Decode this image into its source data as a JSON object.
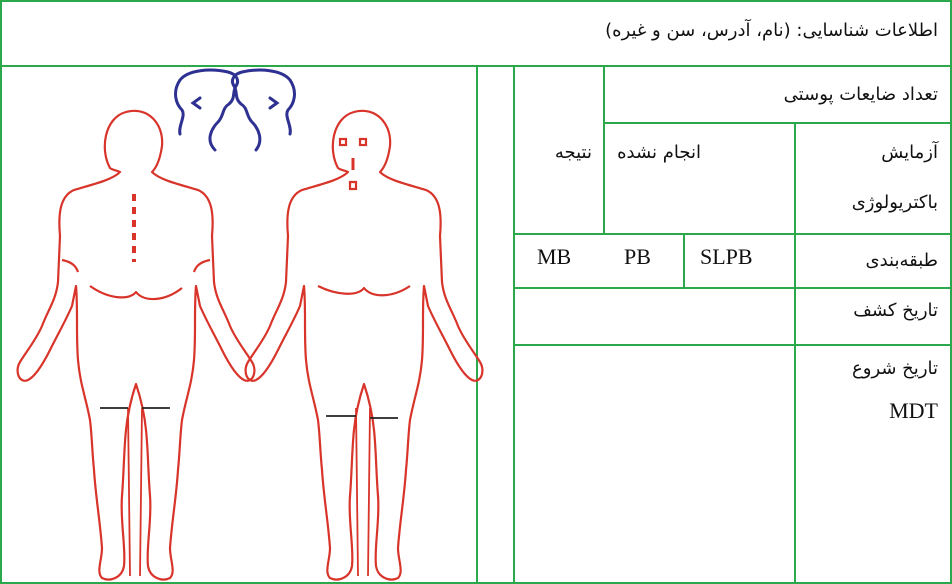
{
  "header": {
    "id_info_label": "اطلاعات شناسایی: (نام، آدرس، سن و غیره)"
  },
  "form": {
    "skin_lesions_label": "تعداد ضایعات پوستی",
    "bacteriology_label_line1": "آزمایش",
    "bacteriology_label_line2": "باکتریولوژی",
    "not_done_label": "انجام نشده",
    "result_label": "نتیجه",
    "classification_label": "طبقه‌بندی",
    "class_slpb": "SLPB",
    "class_pb": "PB",
    "class_mb": "MB",
    "detection_date_label": "تاریخ کشف",
    "mdt_start_label_line1": "تاریخ شروع",
    "mdt_start_label_line2": "MDT"
  },
  "colors": {
    "grid": "#2aa84a",
    "body_outline": "#d8342a",
    "face_outline": "#2e3192",
    "leg_line": "#222222"
  }
}
